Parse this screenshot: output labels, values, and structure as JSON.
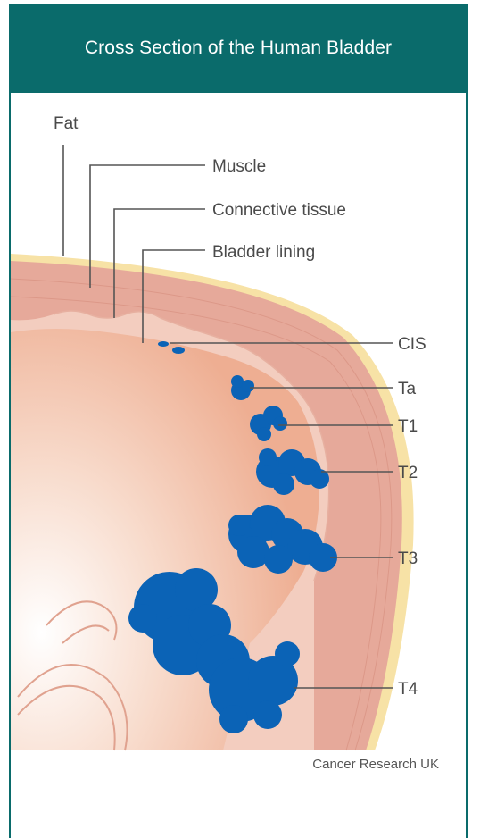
{
  "header": {
    "title": "Cross Section of the Human Bladder"
  },
  "layers": {
    "fat": "Fat",
    "muscle": "Muscle",
    "connective": "Connective tissue",
    "lining": "Bladder lining"
  },
  "stages": [
    "CIS",
    "Ta",
    "T1",
    "T2",
    "T3",
    "T4"
  ],
  "credit": "Cancer Research UK",
  "colors": {
    "header": "#0a6b6b",
    "fat": "#f7e2a6",
    "muscle": "#e6a99a",
    "tumour": "#0b63b6",
    "line": "#555555"
  }
}
